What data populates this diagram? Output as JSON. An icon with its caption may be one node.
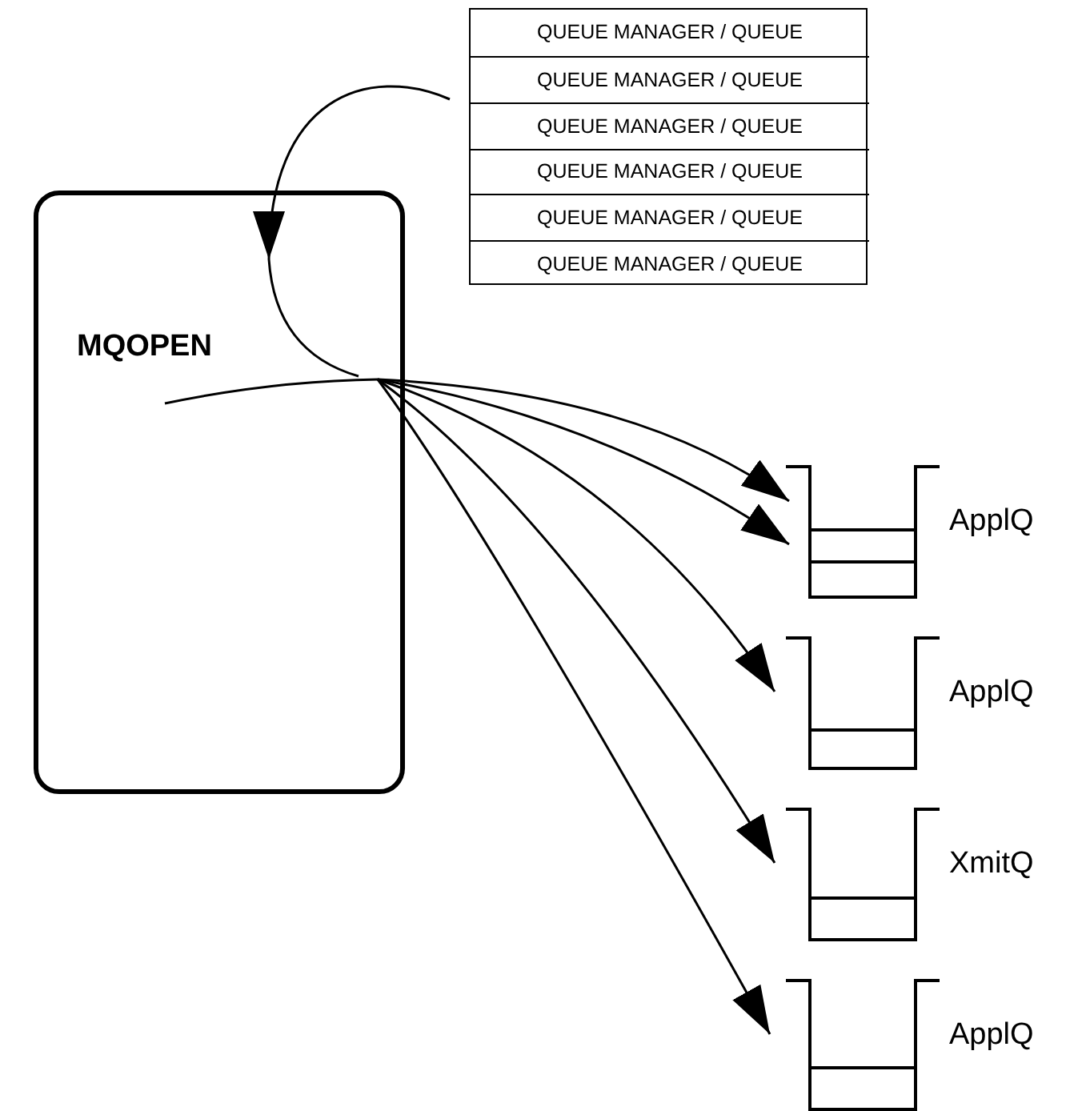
{
  "diagram": {
    "nodes": [
      {
        "text": [
          "MQOPEN"
        ]
      },
      {
        "text": [],
        "shape": "box"
      },
      {
        "text": [
          "QUEUE MANAGER / QUEUE"
        ],
        "in": 1
      },
      {
        "text": [
          "QUEUE MANAGER / QUEUE"
        ],
        "in": 1
      },
      {
        "text": [
          "QUEUE MANAGER / QUEUE"
        ],
        "in": 1
      },
      {
        "text": [
          "QUEUE MANAGER / QUEUE"
        ],
        "in": 1
      },
      {
        "text": [
          "QUEUE MANAGER / QUEUE"
        ],
        "in": 1
      },
      {
        "text": [
          "QUEUE MANAGER / QUEUE"
        ],
        "in": 1
      },
      {
        "text": [
          "ApplQ"
        ]
      },
      {
        "text": [
          "ApplQ"
        ]
      },
      {
        "text": [
          "XmitQ"
        ]
      },
      {
        "text": [
          "ApplQ"
        ]
      }
    ],
    "edges": [
      {
        "from": 1,
        "to": 0,
        "arrow": "to"
      },
      {
        "from": 0,
        "to": 8,
        "arrow": "to"
      },
      {
        "from": 0,
        "to": 8,
        "arrow": "to"
      },
      {
        "from": 0,
        "to": 9,
        "arrow": "to"
      },
      {
        "from": 0,
        "to": 10,
        "arrow": "to"
      },
      {
        "from": 0,
        "to": 11,
        "arrow": "to"
      }
    ]
  }
}
